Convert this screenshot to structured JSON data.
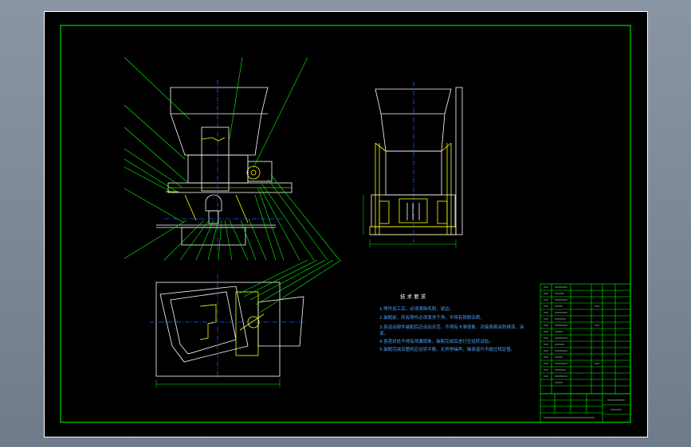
{
  "drawing": {
    "tech_requirements_title": "技 术 要 求",
    "notes": [
      "1.零件加工后，必须清除毛刺、锐边。",
      "2.装配前，所有零件必须清洗干净，不得有铁屑杂质。",
      "3.各运动部件装配后应运动灵活，不得有卡滞现象，对接表面涂防锈漆，涂",
      "  漆。",
      "4.各密封处不得有泄漏现象，装配完成后进行空运转试验。",
      "5.装配完成后整机应运转平稳，无异常噪声，轴承温升不超过规定值。"
    ]
  },
  "colors": {
    "background": "#000000",
    "frame": "#ffffff",
    "border": "#00ff00",
    "geometry": "#ffffff",
    "centerline": "#1e5cff",
    "leaders": "#00ff00",
    "parts": "#ffff00",
    "notes": "#4da3ff"
  }
}
